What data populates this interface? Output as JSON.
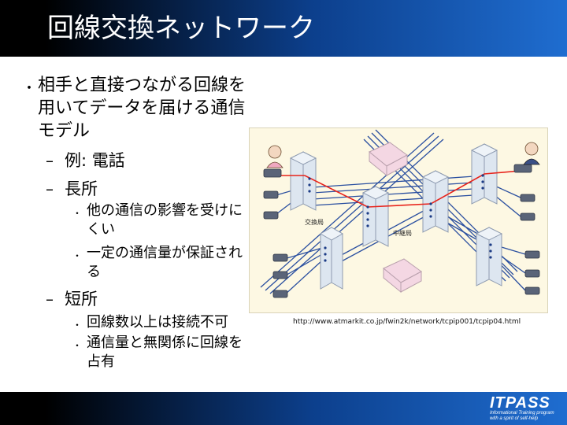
{
  "slide": {
    "title": "回線交換ネットワーク"
  },
  "bullets": {
    "b1": {
      "marker": "・",
      "text": "相手と直接つながる回線を用いてデータを届ける通信モデル"
    },
    "b1_1": {
      "marker": "–",
      "text": "例: 電話"
    },
    "b1_2": {
      "marker": "–",
      "text": "長所"
    },
    "b1_2_1": {
      "marker": "・",
      "text": "他の通信の影響を受けにくい"
    },
    "b1_2_2": {
      "marker": "・",
      "text": "一定の通信量が保証される"
    },
    "b1_3": {
      "marker": "–",
      "text": "短所"
    },
    "b1_3_1": {
      "marker": "・",
      "text": "回線数以上は接続不可"
    },
    "b1_3_2": {
      "marker": "・",
      "text": "通信量と無関係に回線を占有"
    }
  },
  "diagram": {
    "label_exchange": "交換局",
    "label_relay": "中継局",
    "colors": {
      "active_line": "#e8231b",
      "line": "#2a4fa0",
      "building": "#dde6f0",
      "relay_box": "#f4d7e3"
    }
  },
  "caption": "http://www.atmarkit.co.jp/fwin2k/network/tcpip001/tcpip04.html",
  "logo": {
    "main": "ITPASS",
    "line1": "Informational Training program",
    "line2": "with a spirit of self-help"
  }
}
